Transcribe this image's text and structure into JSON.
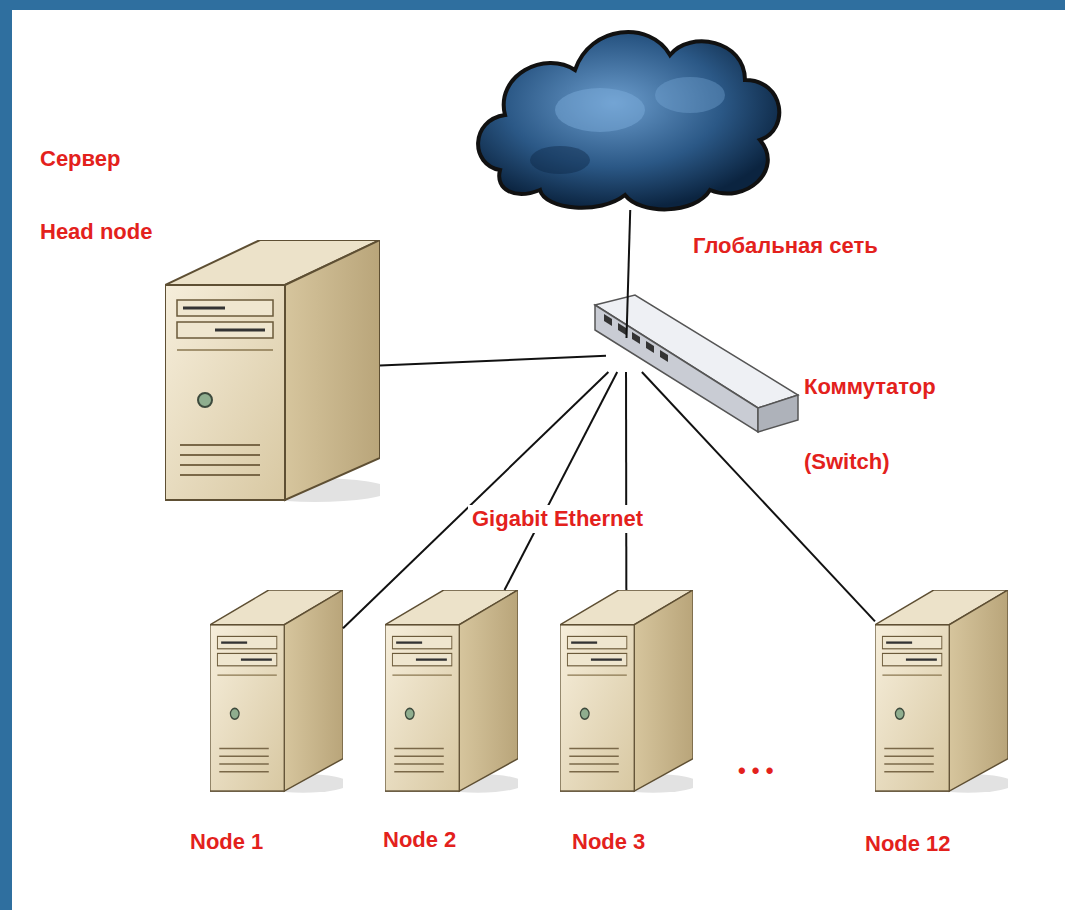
{
  "diagram": {
    "nodes": [
      {
        "text": [
          "Глобальная сеть"
        ]
      },
      {
        "text": [
          "Сервер",
          "Head node"
        ]
      },
      {
        "text": [
          "Коммутатор",
          "(Switch)"
        ]
      },
      {
        "text": [
          "Node 1"
        ]
      },
      {
        "text": [
          "Node 2"
        ]
      },
      {
        "text": [
          "Node 3"
        ]
      },
      {
        "text": [
          "Node 12"
        ]
      }
    ],
    "edges": [
      {
        "from": 0,
        "to": 2,
        "arrow": "none"
      },
      {
        "from": 1,
        "to": 2,
        "arrow": "none"
      },
      {
        "from": 2,
        "to": 3,
        "arrow": "none"
      },
      {
        "from": 2,
        "to": 4,
        "arrow": "none"
      },
      {
        "from": 2,
        "to": 5,
        "arrow": "none"
      },
      {
        "from": 2,
        "to": 6,
        "arrow": "none"
      }
    ],
    "labels": [
      "Gigabit Ethernet",
      "• • •"
    ]
  }
}
